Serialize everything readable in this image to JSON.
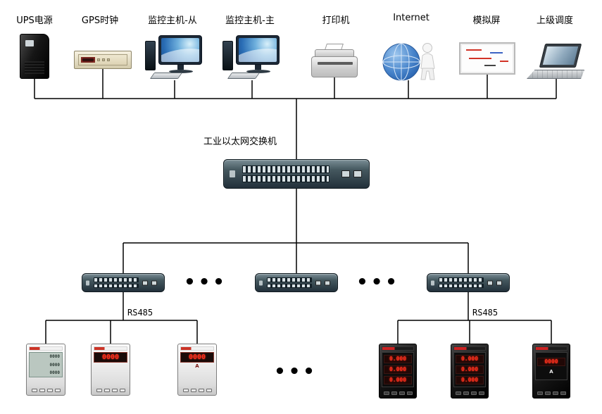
{
  "diagram": {
    "top_devices": [
      {
        "id": "ups",
        "label": "UPS电源"
      },
      {
        "id": "gps-clock",
        "label": "GPS时钟"
      },
      {
        "id": "monitor-slave",
        "label": "监控主机-从"
      },
      {
        "id": "monitor-master",
        "label": "监控主机-主"
      },
      {
        "id": "printer",
        "label": "打印机"
      },
      {
        "id": "internet",
        "label": "Internet"
      },
      {
        "id": "mimic-screen",
        "label": "模拟屏"
      },
      {
        "id": "dispatch",
        "label": "上级调度"
      }
    ],
    "main_switch_label": "工业以太网交换机",
    "bus_labels": {
      "rs485_left": "RS485",
      "rs485_right": "RS485"
    },
    "ellipsis": "•••",
    "meters_left": [
      {
        "type": "lcd",
        "rows": [
          "0000",
          "0000",
          "0000"
        ]
      },
      {
        "type": "led",
        "value": "0000",
        "unit": ""
      },
      {
        "type": "led",
        "value": "0000",
        "unit": "A"
      }
    ],
    "meters_right": [
      {
        "type": "led3",
        "rows": [
          "0.000",
          "0.000",
          "0.000"
        ]
      },
      {
        "type": "led3",
        "rows": [
          "0.000",
          "0.000",
          "0.000"
        ]
      },
      {
        "type": "led",
        "value": "0000",
        "unit": "A"
      }
    ]
  }
}
